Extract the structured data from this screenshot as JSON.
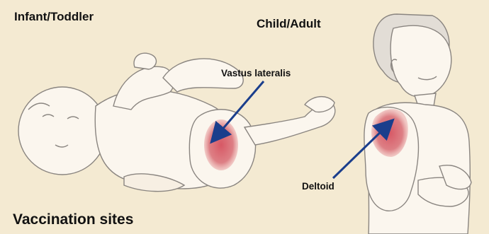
{
  "labels": {
    "infant": "Infant/Toddler",
    "child": "Child/Adult",
    "vastus": "Vastus lateralis",
    "deltoid": "Deltoid",
    "title": "Vaccination sites"
  },
  "colors": {
    "background": "#f4ead2",
    "injection_site": "#d5505e",
    "arrow": "#1a3e8c",
    "skin": "#fbf6ee",
    "outline": "#8a8580"
  }
}
